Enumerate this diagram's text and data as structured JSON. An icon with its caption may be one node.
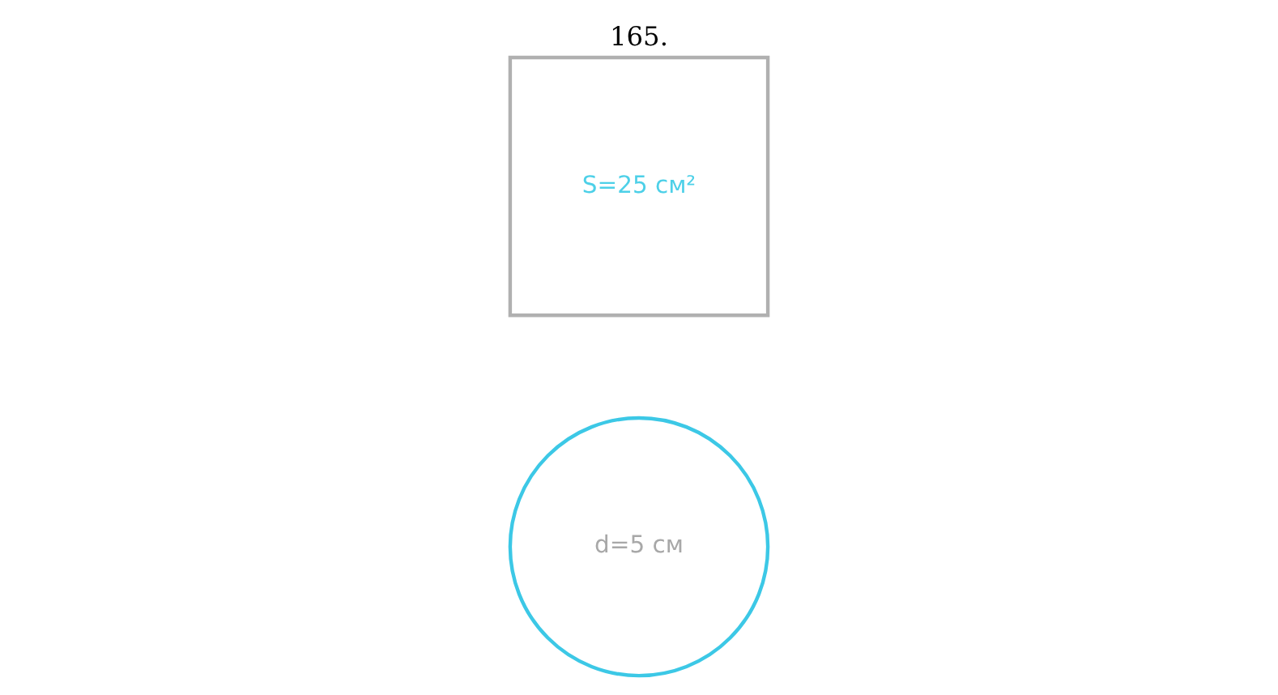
{
  "diagram": {
    "title": "165.",
    "nodes": [
      {
        "text": [
          "S=25 см²"
        ]
      },
      {
        "text": [
          "d=5 см"
        ]
      }
    ]
  }
}
